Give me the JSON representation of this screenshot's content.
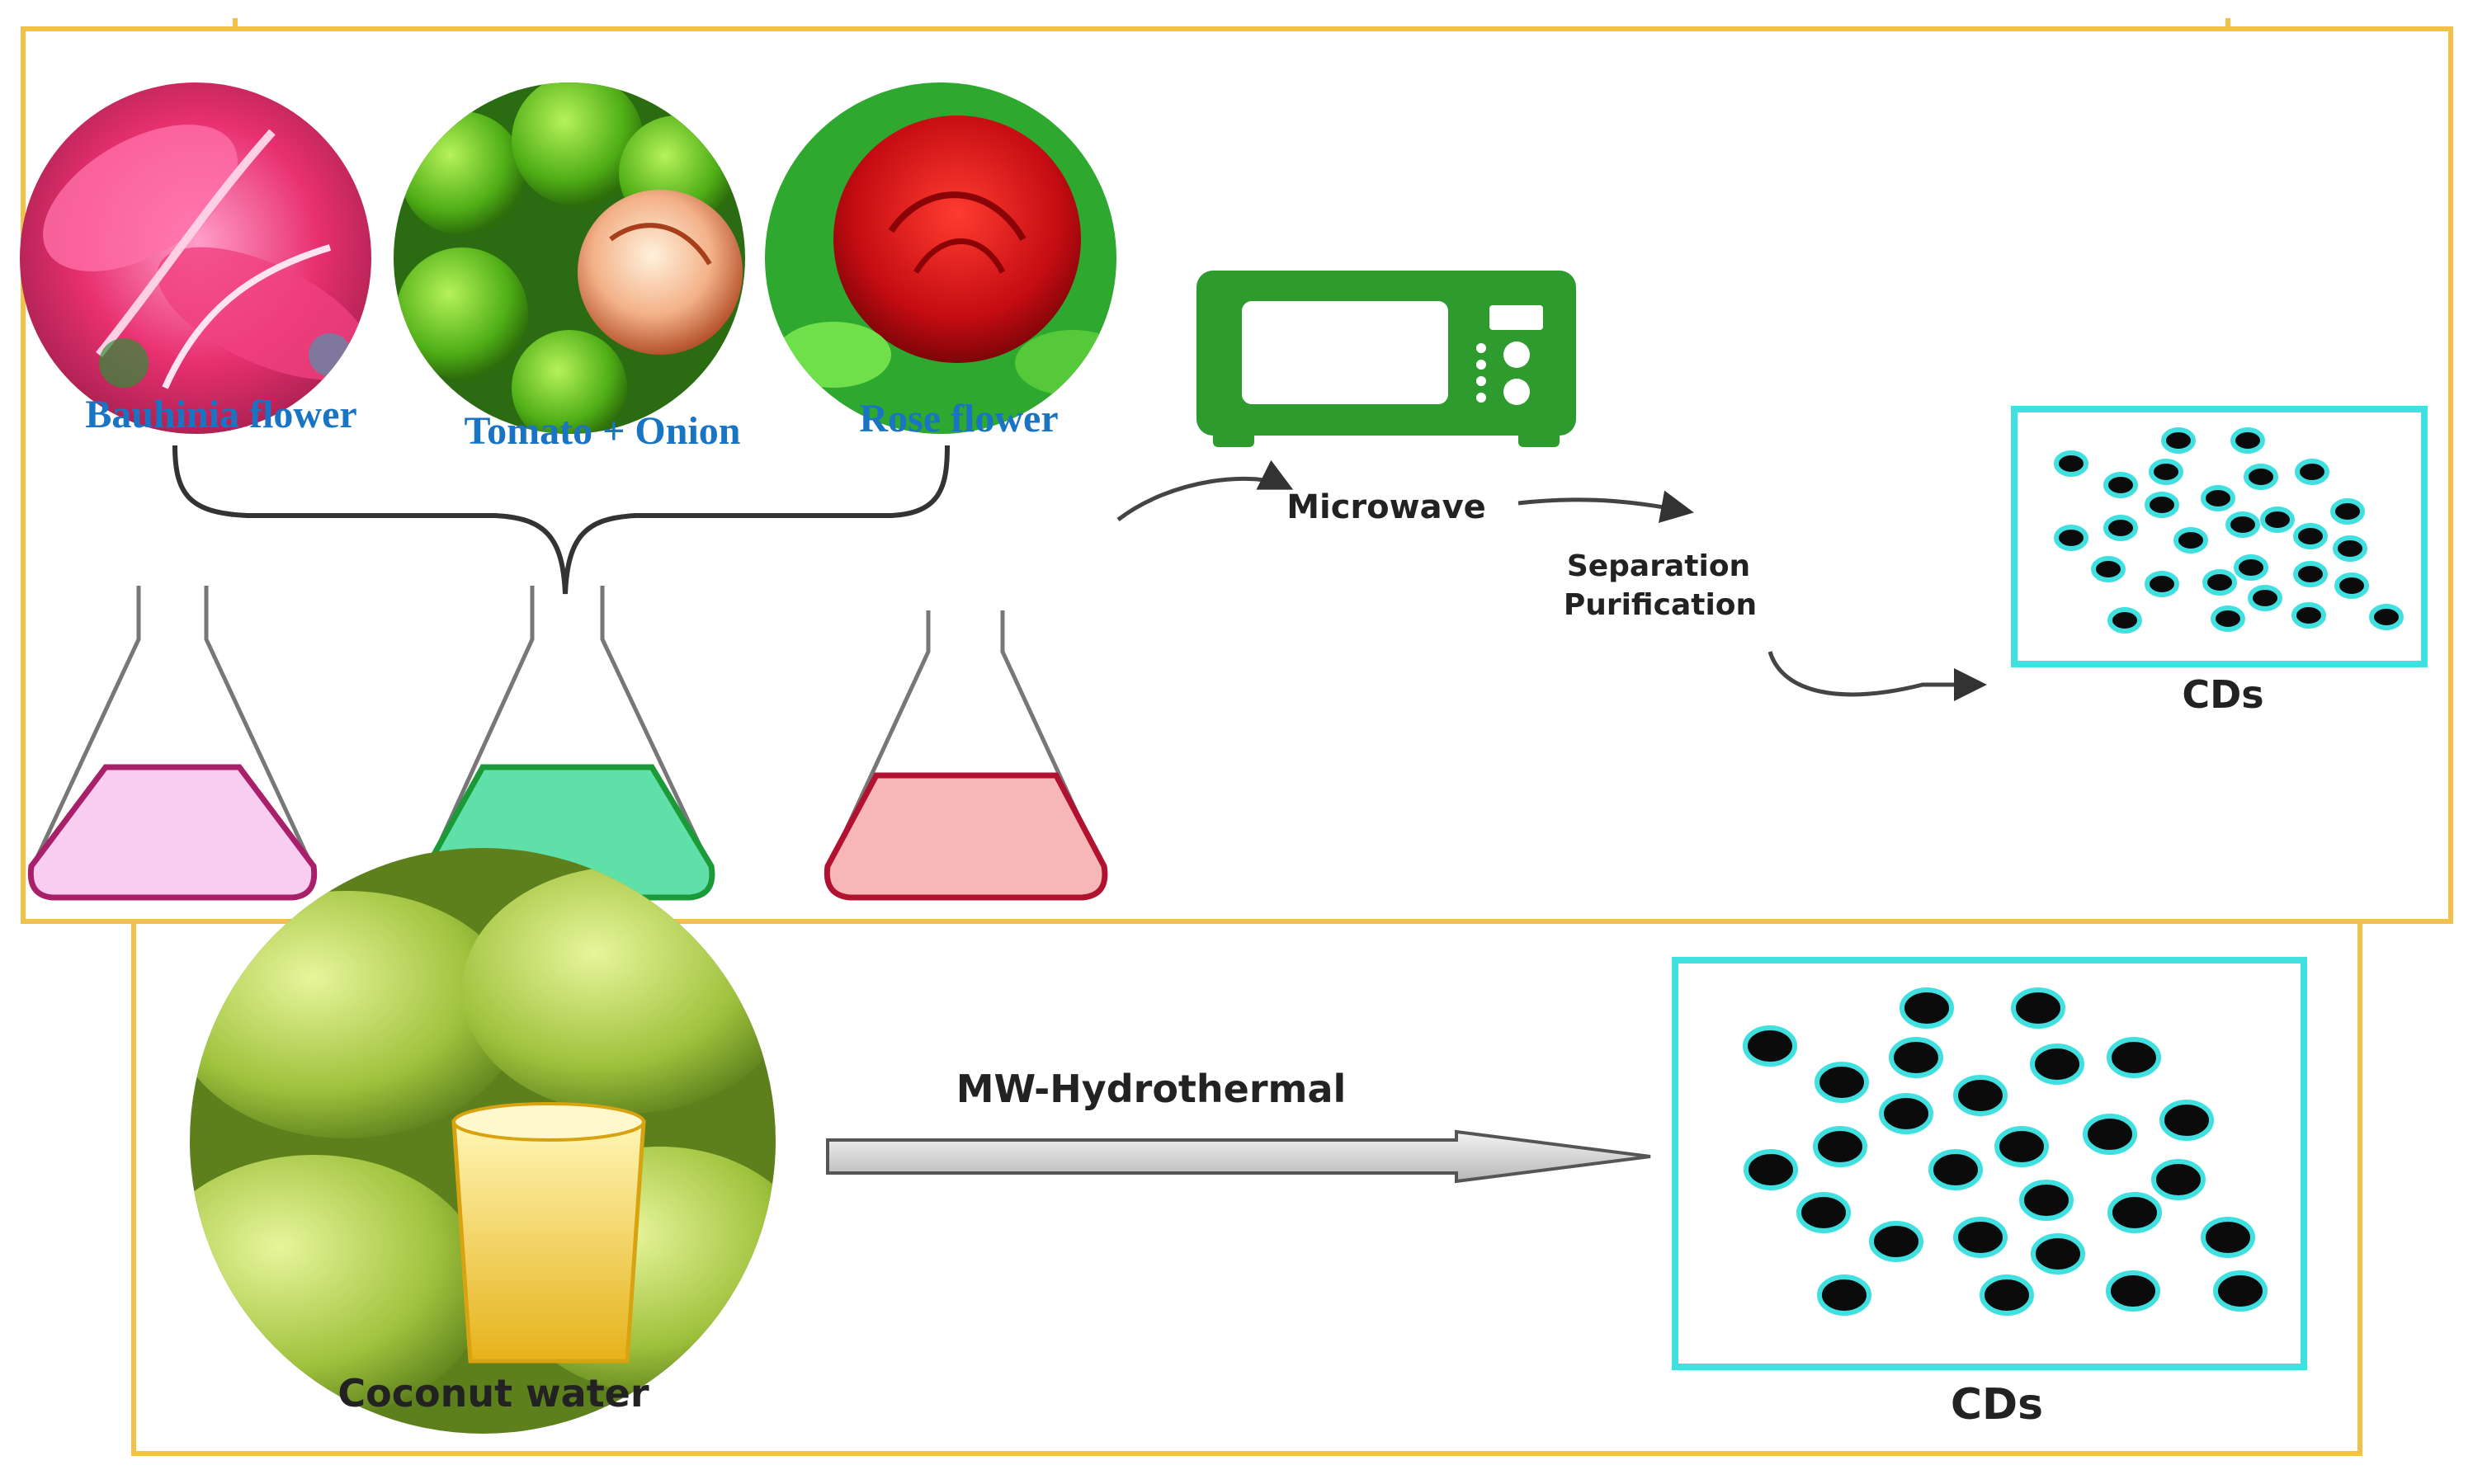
{
  "colors": {
    "frame": "#f3c14a",
    "cd_border": "#3fe0df",
    "cd_dot": "#0b0b0b",
    "cd_ring": "#3fe0df",
    "microwave": "#2e9b2e",
    "label_blue": "#1a74c4",
    "bauhinia_solution": "#f9cdef",
    "tomato_solution": "#5fe0a8",
    "rose_solution": "#f8b7b7"
  },
  "top_panel": {
    "sources": [
      {
        "label": "Bauhinia flower",
        "icon": "bauhinia-flower-photo"
      },
      {
        "label": "Tomato + Onion",
        "icon": "tomato-onion-photo"
      },
      {
        "label": "Rose flower",
        "icon": "rose-flower-photo"
      }
    ],
    "microwave_icon": "microwave-icon",
    "step_microwave": "Microwave",
    "step_separation": "Separation",
    "step_purification": "Purification",
    "product_label": "CDs"
  },
  "bottom_panel": {
    "source_label": "Coconut water",
    "source_icon": "coconut-water-photo",
    "process_label": "MW-Hydrothermal",
    "product_label": "CDs"
  }
}
